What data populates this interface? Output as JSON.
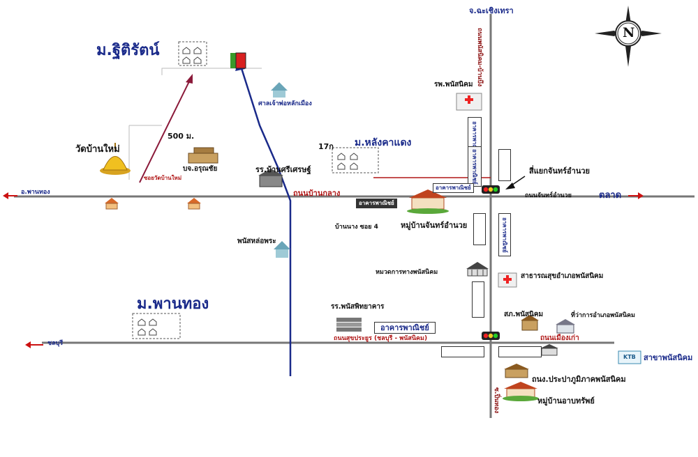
{
  "compass": {
    "letter": "N"
  },
  "directions": {
    "north": "จ.ฉะเชิงเทรา",
    "west_top": "อ.พานทอง",
    "east": "ตลาด",
    "west_bottom": "ชลบุรี"
  },
  "villages": {
    "thitirat": "ม.ฐิติรัตน์",
    "langkhakaeng": "ม.หลังคาแดง",
    "panthong": "ม.พานทอง"
  },
  "distance": "500 ม.",
  "places": {
    "wat_ban_mai": "วัดบ้านใหม่",
    "soi_wat_ban_mai": "ซอยวัดบ้านใหม่",
    "bc_oruchai": "บจ.อรุณชัย",
    "school_middle": "รร.บ้านศรีเศรษฐ์",
    "shrine_top": "ศาลเจ้าพ่อหลักเมือง",
    "soi_17": "17ก",
    "road_ban_klang": "ถนนบ้านกลาง",
    "hospital": "รพ.พนัสนิคม",
    "traffic_light_label": "สี่แยกจันทร์อำนวย",
    "road_chan_amnuai": "ถนนจันทร์อำนวย",
    "village_chan": "หมู่บ้านจันทร์อำนวย",
    "ban_nang_soi": "บ้านนาง ซอย 4",
    "shrine_bottom": "พนัสหล่อพระ",
    "land_office": "หมวดการทางพนัสนิคม",
    "public_health": "สาธารณสุขอำเภอพนัสนิคม",
    "school_bottom": "รร.พนัสพิทยาคาร",
    "commercial_building": "อาคารพาณิชย์",
    "road_sukhumvit": "ถนนสุขประยูร (ชลบุรี - พนัสนิคม)",
    "police": "สภ.พนัสนิคม",
    "district_office": "ที่ว่าการอำเภอพนัสนิคม",
    "road_old_city": "ถนนเมืองเก่า",
    "bank": "สาขาพนัสนิคม",
    "bank_logo": "KTB",
    "school_right": "ถนง.ประปาภูมิภาคพนัสนิคม",
    "village_bottom": "หมู่บ้านอาบทรัพย์",
    "soi_vertical_bottom": "ซ.ปิ่นทอง",
    "road_vertical": "ถนนพนัสนิคม-บ้านบึง"
  },
  "building_labels": {
    "commercial": "อาคารพาณิชย์",
    "small_1": "อาคารพาณิชย์",
    "small_2": "อาคารพาณิชย์"
  }
}
